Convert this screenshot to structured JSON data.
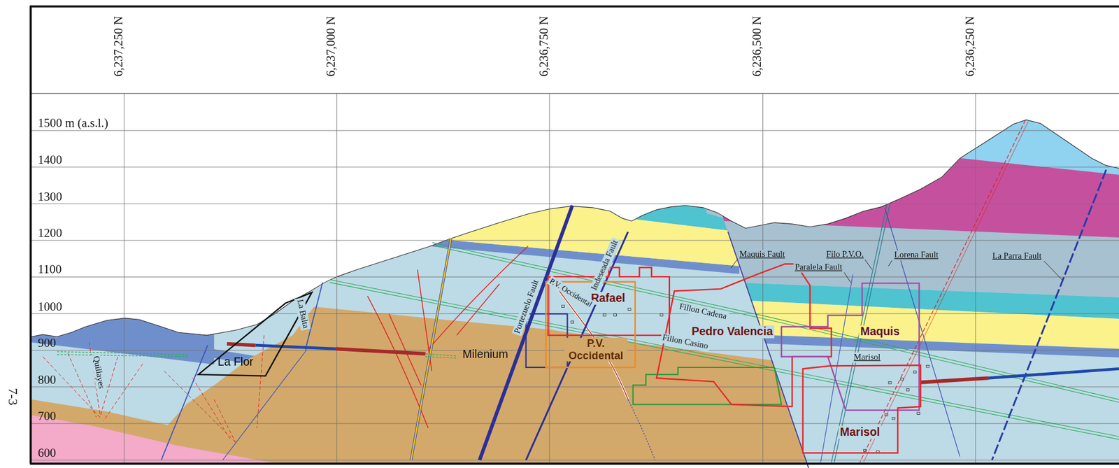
{
  "diagram": {
    "nodes": [
      {
        "text": [
          "La Flor"
        ]
      },
      {
        "text": [
          "Rafael"
        ]
      },
      {
        "text": [
          "P.V. Occidental"
        ]
      },
      {
        "text": [
          "Pedro Valencia"
        ]
      },
      {
        "text": [
          "Maquis"
        ]
      },
      {
        "text": [
          "Marisol"
        ]
      }
    ],
    "labels": [
      "6,237,250 N",
      "6,237,000 N",
      "6,236,750 N",
      "6,236,500 N",
      "6,236,250 N",
      "1500 m (a.s.l.)",
      "1400",
      "1300",
      "1200",
      "1100",
      "1000",
      "900",
      "800",
      "700",
      "600",
      "7-3",
      "Quillayes",
      "La Balta",
      "Milenium",
      "Portezuelo Fault",
      "P.V. Occidental",
      "Indeseada Fault",
      "Fillon Cadena",
      "Fillon Casino",
      "Maquis Fault",
      "Paralela Fault",
      "Filo P.V.O.",
      "Lorena Fault",
      "La Parra Fault",
      "Marisol"
    ]
  }
}
